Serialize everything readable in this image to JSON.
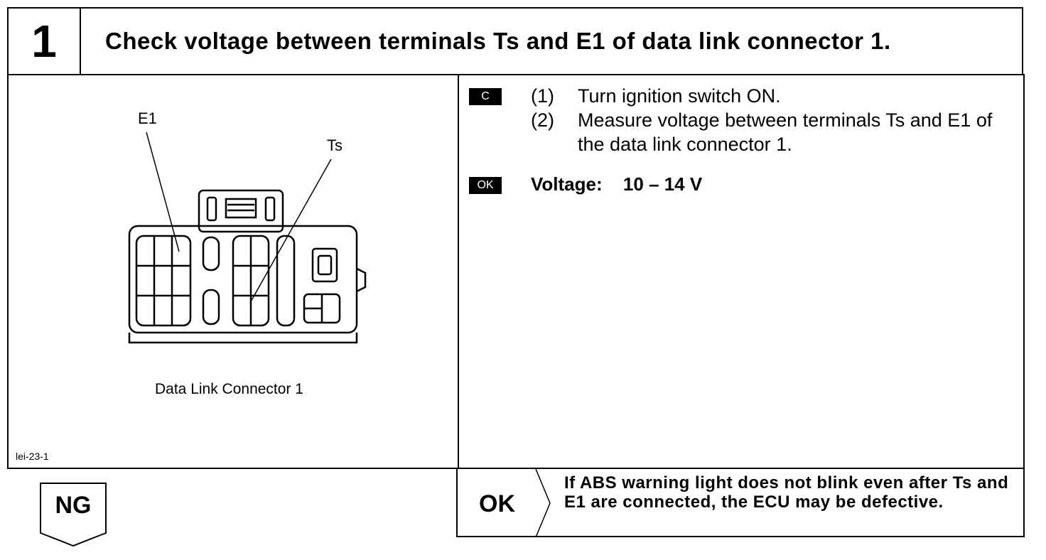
{
  "step": {
    "number": "1",
    "title": "Check voltage between terminals Ts and E1 of data link connector 1."
  },
  "diagram": {
    "label_e1": "E1",
    "label_ts": "Ts",
    "caption": "Data Link Connector 1",
    "figure_code": "lei-23-1"
  },
  "procedure": {
    "badge": "C",
    "steps": [
      {
        "num": "(1)",
        "text": "Turn ignition switch ON."
      },
      {
        "num": "(2)",
        "text": "Measure voltage between terminals Ts and E1 of the data link connector 1."
      }
    ]
  },
  "spec": {
    "badge": "OK",
    "label": "Voltage:",
    "value": "10 – 14 V"
  },
  "results": {
    "ng_label": "NG",
    "ok_label": "OK",
    "ok_text": "If ABS warning light does not blink even after Ts and E1 are connected, the ECU may be defective."
  }
}
